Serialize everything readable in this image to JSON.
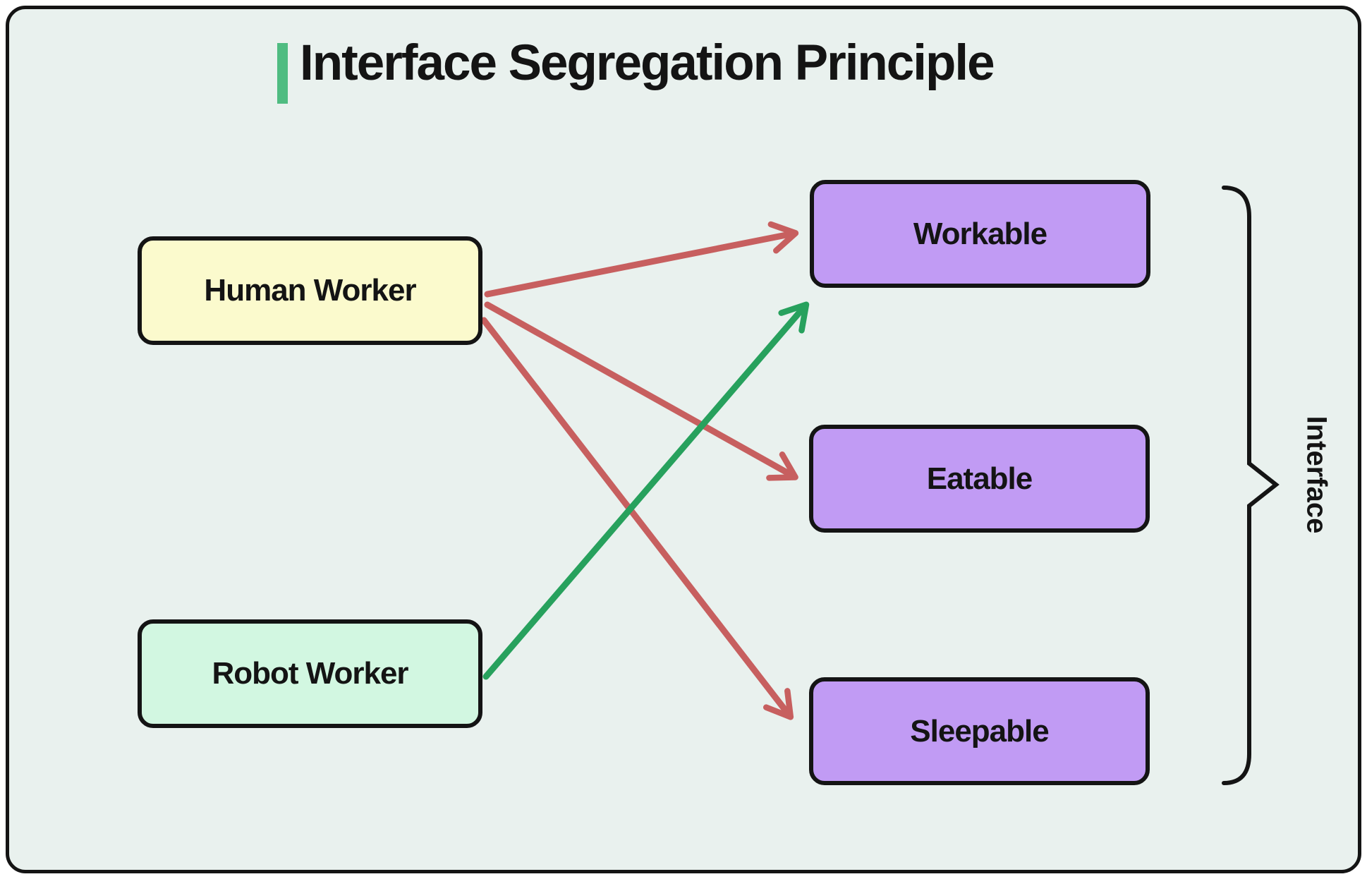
{
  "title": {
    "text": "Interface Segregation Principle"
  },
  "clients": [
    {
      "id": "human",
      "label": "Human Worker"
    },
    {
      "id": "robot",
      "label": "Robot Worker"
    }
  ],
  "interfaces": [
    {
      "id": "workable",
      "label": "Workable"
    },
    {
      "id": "eatable",
      "label": "Eatable"
    },
    {
      "id": "sleepable",
      "label": "Sleepable"
    }
  ],
  "brace_label": "Interface",
  "edges": [
    {
      "from": "Human Worker",
      "to": "Workable",
      "color": "red"
    },
    {
      "from": "Human Worker",
      "to": "Eatable",
      "color": "red"
    },
    {
      "from": "Human Worker",
      "to": "Sleepable",
      "color": "red"
    },
    {
      "from": "Robot Worker",
      "to": "Workable",
      "color": "green"
    }
  ],
  "colors": {
    "bg": "#E9F1EE",
    "line": "#141414",
    "text": "#141414",
    "bar": "#4FBC81",
    "human": "#FBFACD",
    "robot": "#D2F7E1",
    "iface": "#C19BF4",
    "red": "#C75F5F",
    "green": "#27A15D"
  }
}
